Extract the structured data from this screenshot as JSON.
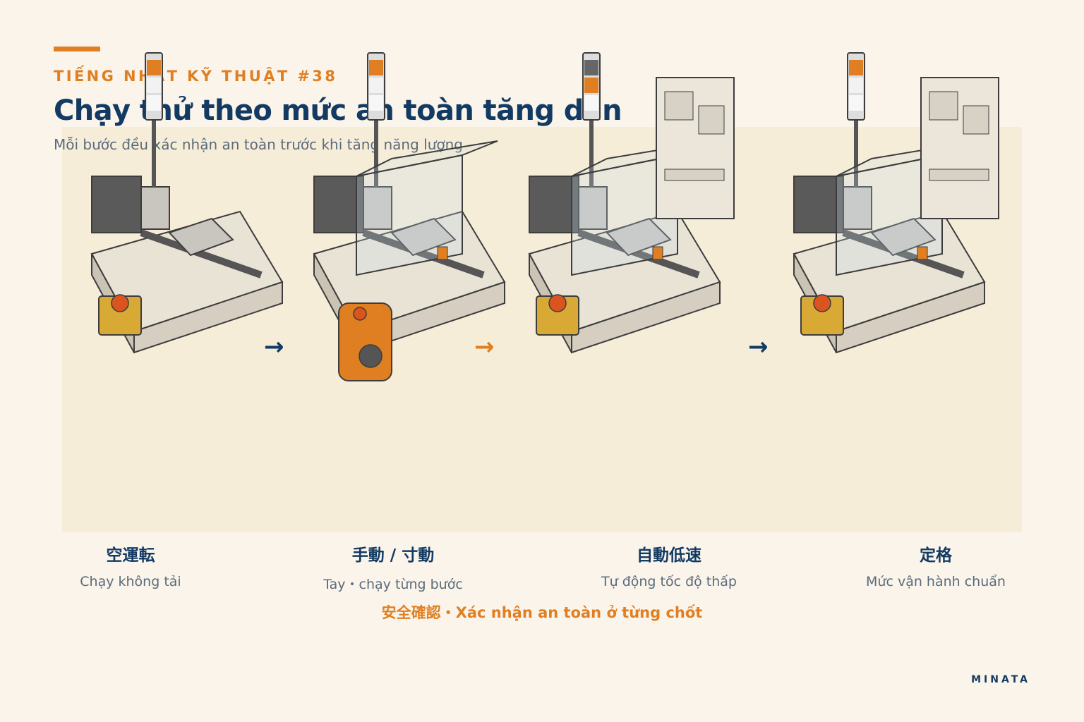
{
  "header": {
    "kicker": "TIẾNG NHẬT KỸ THUẬT #38",
    "title": "Chạy thử theo mức an toàn tăng dần",
    "subtitle": "Mỗi bước đều xác nhận an toàn trước khi tăng năng lượng"
  },
  "stages": [
    {
      "jp": "空運転",
      "vi": "Chạy không tải",
      "cover": false,
      "cabinet": false,
      "pendant": true,
      "handheld": false,
      "lamp": "orange-top"
    },
    {
      "jp": "手動 / 寸動",
      "vi": "Tay・chạy từng bước",
      "cover": true,
      "cabinet": false,
      "pendant": false,
      "handheld": true,
      "lamp": "orange-top"
    },
    {
      "jp": "自動低速",
      "vi": "Tự động tốc độ thấp",
      "cover": true,
      "cabinet": true,
      "pendant": true,
      "handheld": false,
      "lamp": "orange-middle"
    },
    {
      "jp": "定格",
      "vi": "Mức vận hành chuẩn",
      "cover": true,
      "cabinet": true,
      "pendant": true,
      "handheld": false,
      "lamp": "orange-top"
    }
  ],
  "arrows": [
    {
      "symbol": "→",
      "color": "#123a63"
    },
    {
      "symbol": "→",
      "color": "#e07f22"
    },
    {
      "symbol": "→",
      "color": "#123a63"
    }
  ],
  "footer_note": "安全確認・Xác nhận an toàn ở từng chốt",
  "brand": "MINATA",
  "colors": {
    "navy": "#123a63",
    "orange": "#e07f22",
    "background": "#faf4ea",
    "illustration_bg": "#f6edd9",
    "pendant_yellow": "#d9a935"
  }
}
